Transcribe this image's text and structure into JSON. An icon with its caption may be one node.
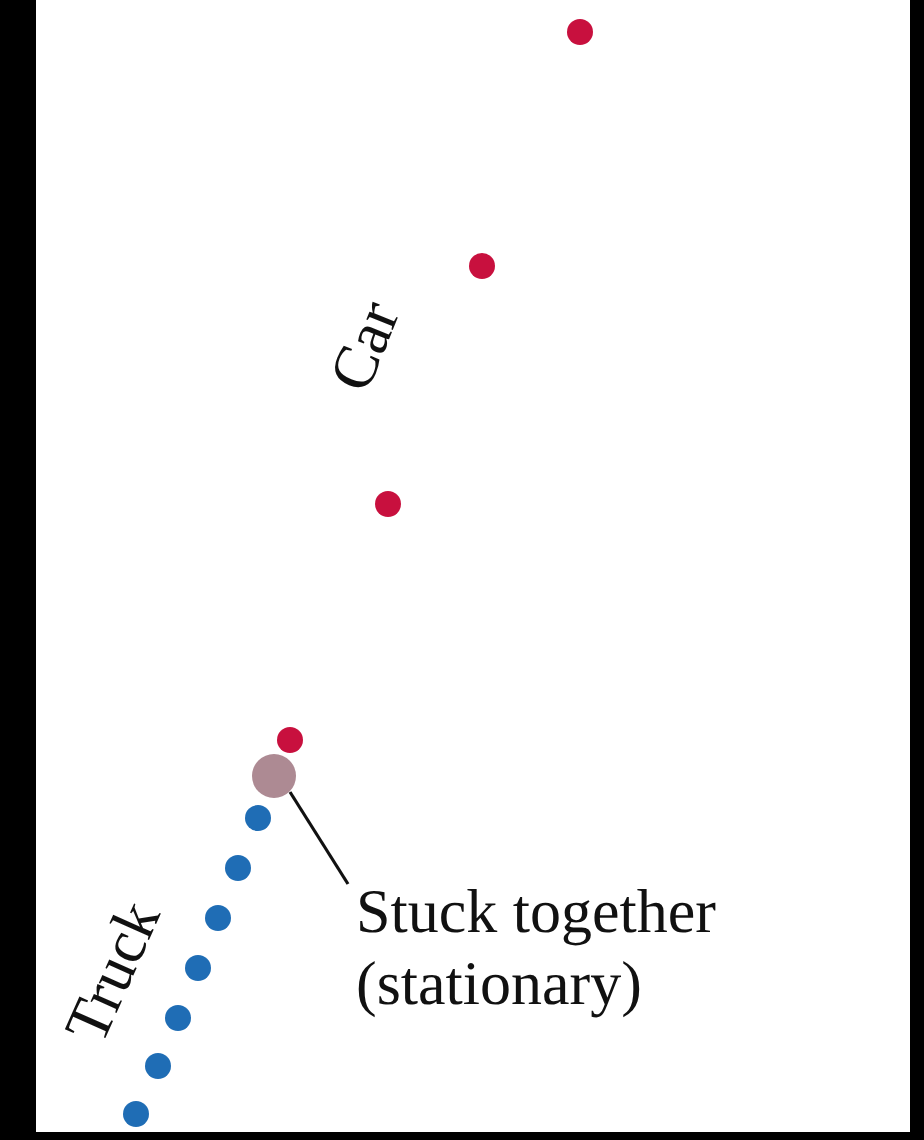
{
  "diagram": {
    "nodes": [
      {
        "text": [
          "Stuck together (stationary)"
        ]
      },
      {
        "text": [],
        "shape": "circle"
      }
    ],
    "edges": [
      {
        "from": 0,
        "to": 1,
        "arrow": "none"
      }
    ],
    "labels": [
      "Car",
      "Truck"
    ]
  }
}
